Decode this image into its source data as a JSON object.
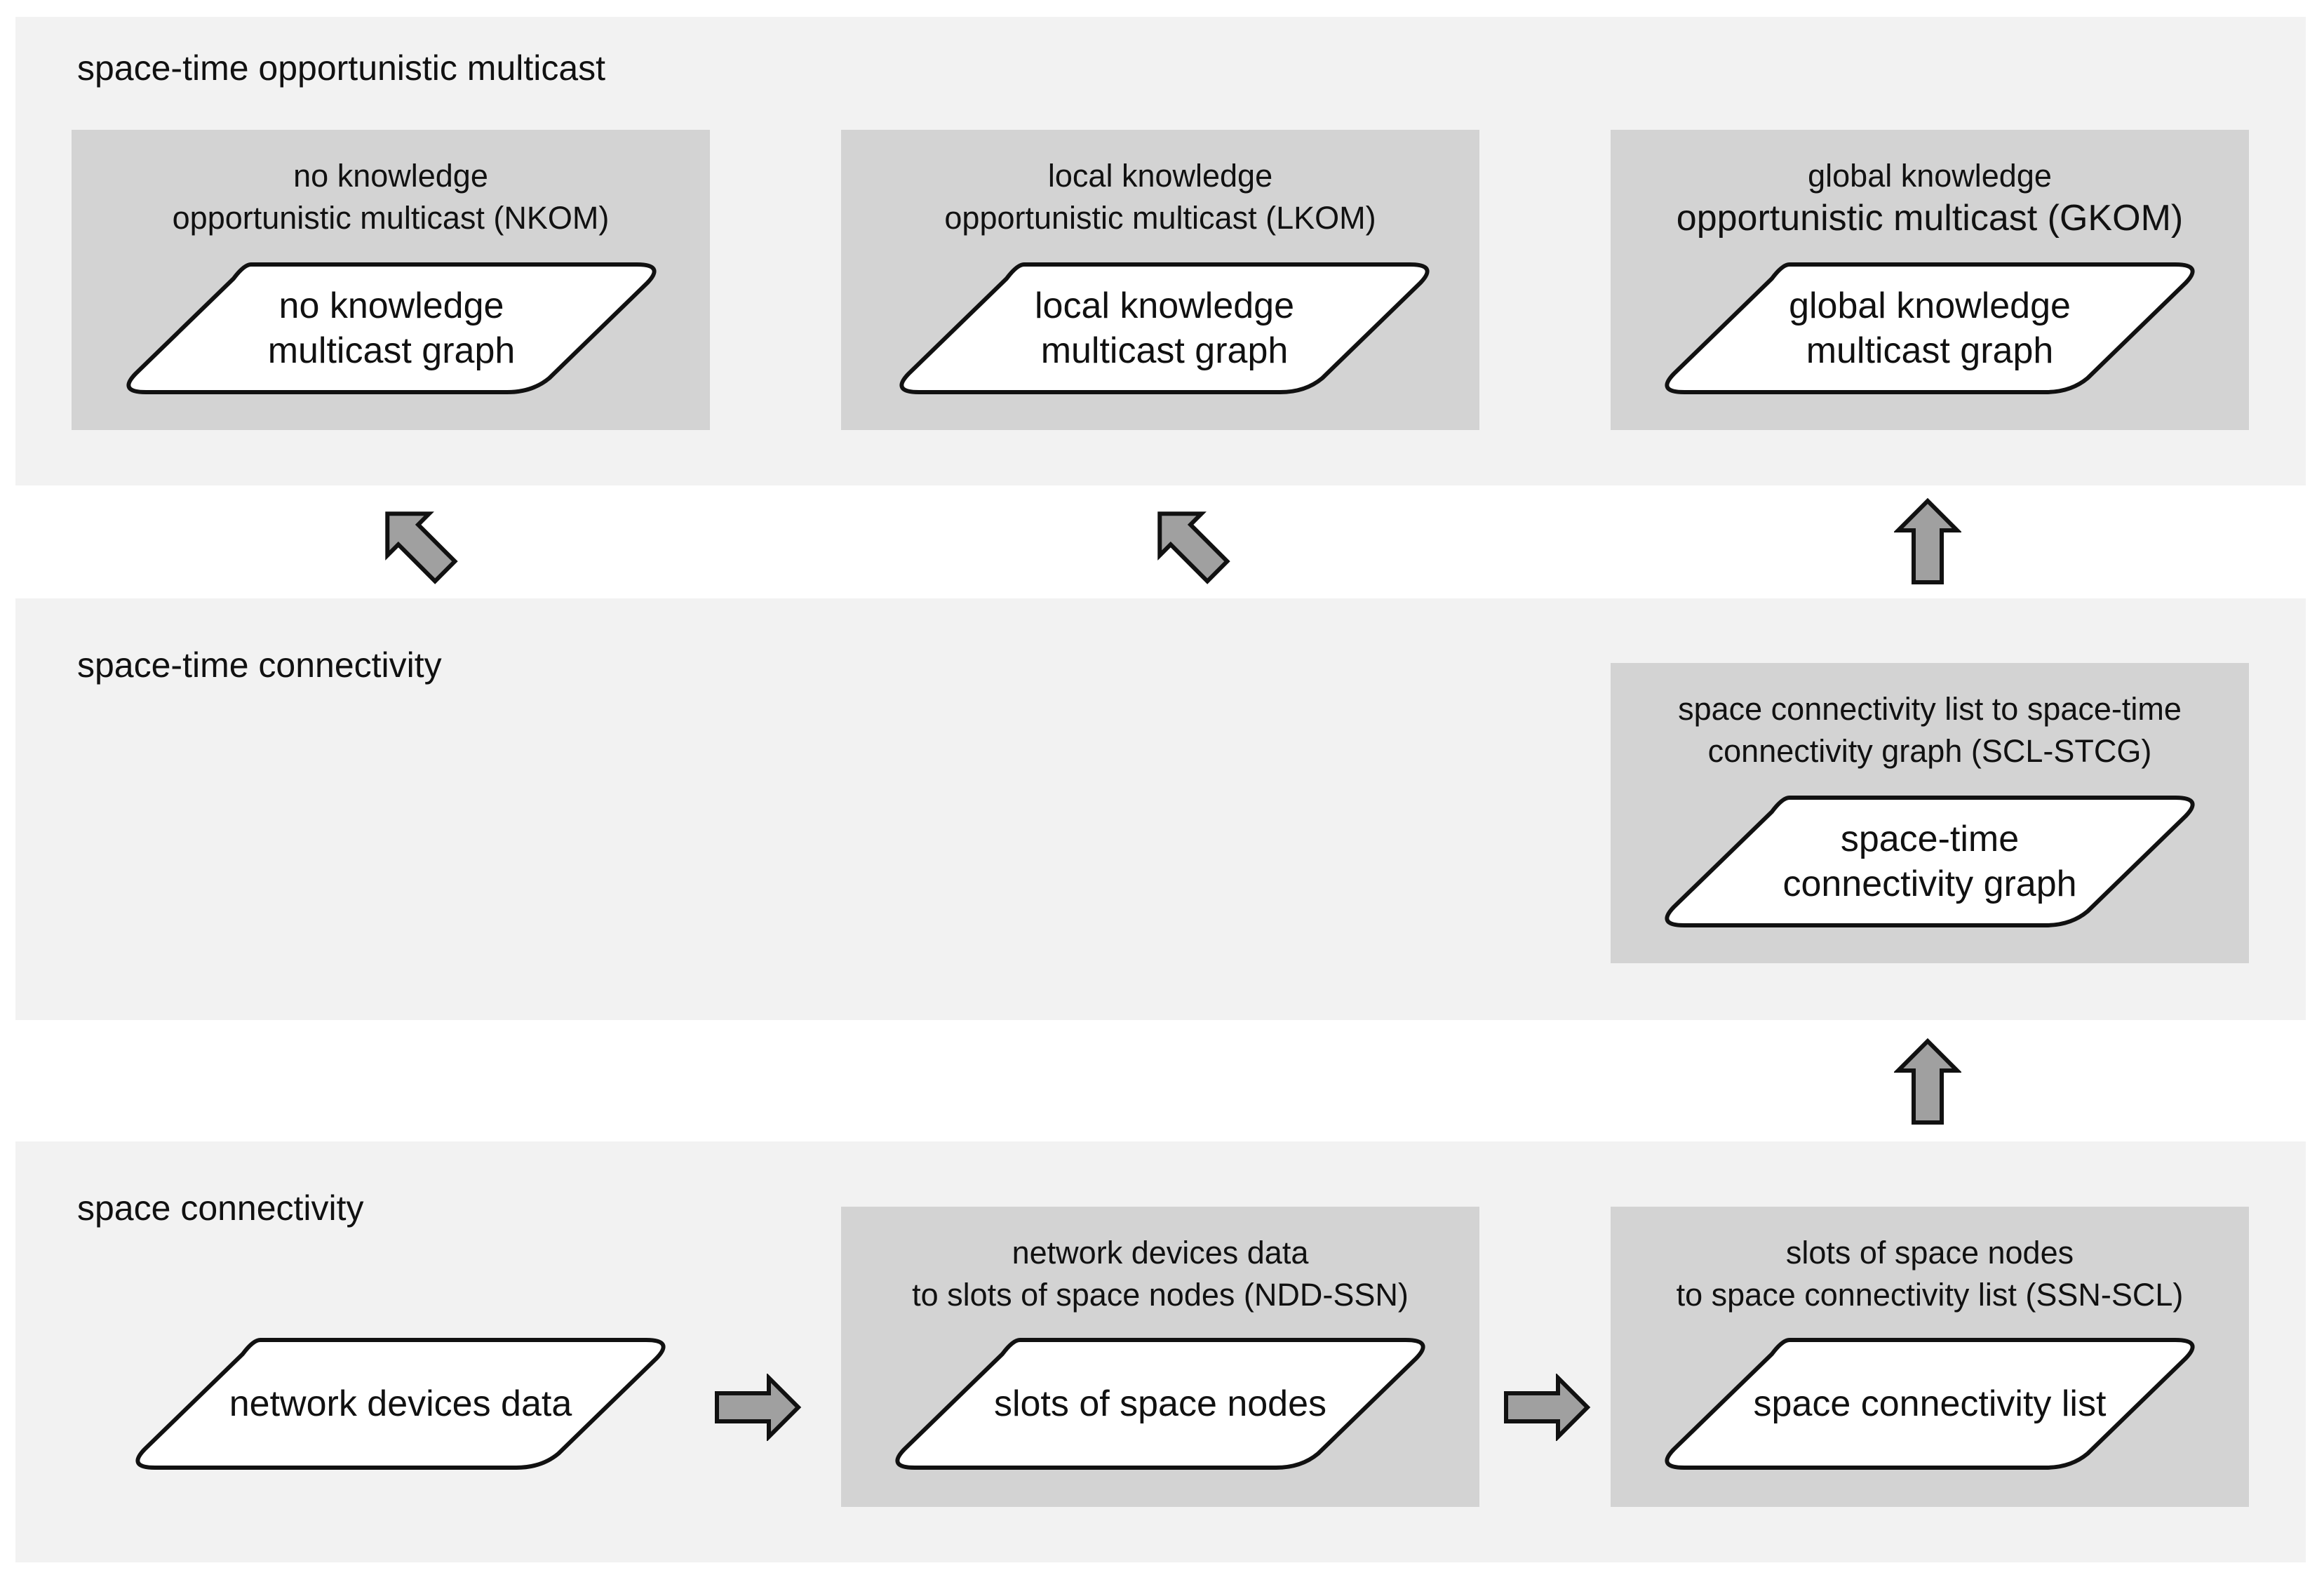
{
  "layers": {
    "multicast": {
      "title": "space-time opportunistic multicast"
    },
    "connectivity": {
      "title": "space-time connectivity"
    },
    "space": {
      "title": "space connectivity"
    }
  },
  "processes": {
    "nkom": {
      "title": "no knowledge\nopportunistic multicast (NKOM)",
      "output": "no knowledge\nmulticast graph"
    },
    "lkom": {
      "title": "local knowledge\nopportunistic multicast (LKOM)",
      "output": "local knowledge\nmulticast graph"
    },
    "gkom": {
      "title_line1": "global knowledge",
      "title_line2": "opportunistic multicast (GKOM)",
      "output": "global knowledge\nmulticast graph"
    },
    "scl_stcg": {
      "title": "space connectivity list to space-time\nconnectivity graph (SCL-STCG)",
      "output": "space-time\nconnectivity graph"
    },
    "ndd_ssn": {
      "title": "network devices data\nto slots of space nodes (NDD-SSN)",
      "output": "slots of space nodes"
    },
    "ssn_scl": {
      "title": "slots of space nodes\nto space connectivity list (SSN-SCL)",
      "output": "space connectivity list"
    }
  },
  "inputs": {
    "network_devices": {
      "label": "network devices data"
    }
  },
  "colors": {
    "layer_bg": "#f2f2f2",
    "process_bg": "#d3d3d3",
    "arrow_fill": "#a0a0a0",
    "stroke": "#111111"
  }
}
